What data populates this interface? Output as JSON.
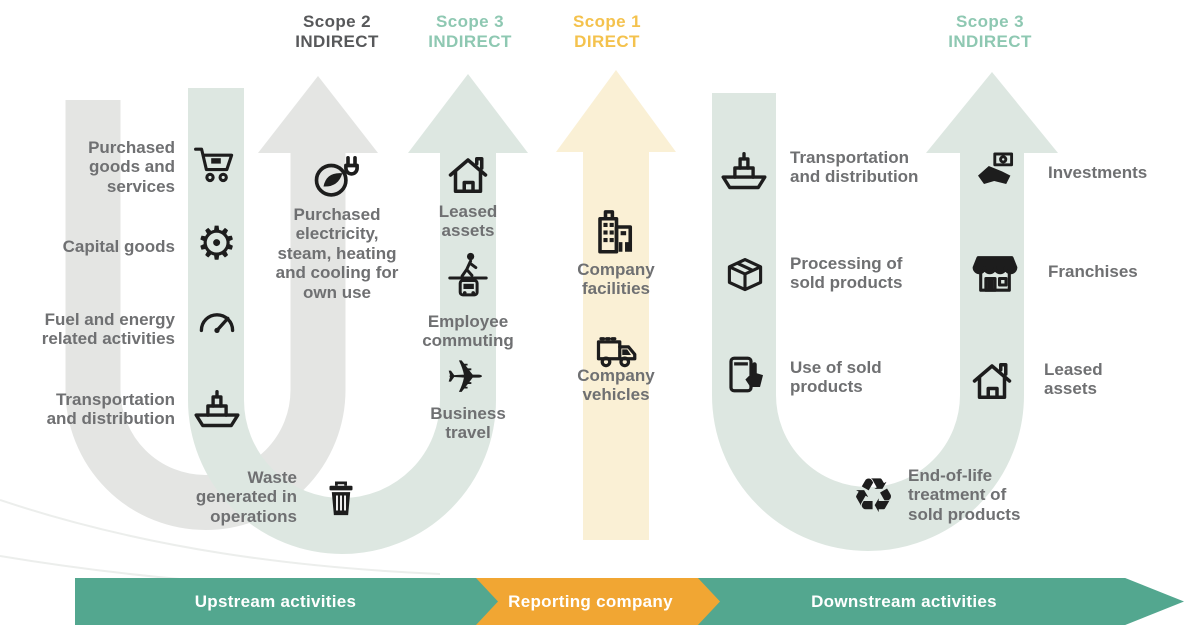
{
  "scopes": [
    {
      "label": "Scope 2\nINDIRECT",
      "color": "#57585a"
    },
    {
      "label": "Scope 3\nINDIRECT",
      "color": "#8ec8b2"
    },
    {
      "label": "Scope 1\nDIRECT",
      "color": "#f4c24d"
    },
    {
      "label": "Scope 3\nINDIRECT",
      "color": "#8ec8b2"
    }
  ],
  "items": {
    "purchased_goods": {
      "label": "Purchased\ngoods and\nservices",
      "icon": "shopping-cart"
    },
    "capital_goods": {
      "label": "Capital goods",
      "icon": "gear"
    },
    "fuel_energy": {
      "label": "Fuel and energy\nrelated activities",
      "icon": "gauge"
    },
    "transportation_upstream": {
      "label": "Transportation\nand distribution",
      "icon": "cargo-ship"
    },
    "purchased_electricity": {
      "label": "Purchased\nelectricity,\nsteam, heating\nand cooling for\nown use",
      "icon": "green-energy"
    },
    "waste": {
      "label": "Waste\ngenerated in\noperations",
      "icon": "trash-can"
    },
    "leased_assets_upstream": {
      "label": "Leased\nassets",
      "icon": "house"
    },
    "employee_commuting": {
      "label": "Employee\ncommuting",
      "icon": "commuter"
    },
    "business_travel": {
      "label": "Business\ntravel",
      "icon": "airplane"
    },
    "company_facilities": {
      "label": "Company\nfacilities",
      "icon": "buildings"
    },
    "company_vehicles": {
      "label": "Company\nvehicles",
      "icon": "delivery-truck"
    },
    "transportation_downstream": {
      "label": "Transportation\nand distribution",
      "icon": "cargo-ship"
    },
    "processing_sold": {
      "label": "Processing of\nsold products",
      "icon": "package-box"
    },
    "use_of_sold": {
      "label": "Use of sold\nproducts",
      "icon": "phone-tap"
    },
    "end_of_life": {
      "label": "End-of-life\ntreatment of\nsold products",
      "icon": "recycle"
    },
    "investments": {
      "label": "Investments",
      "icon": "hand-money"
    },
    "franchises": {
      "label": "Franchises",
      "icon": "storefront"
    },
    "leased_assets_downstream": {
      "label": "Leased\nassets",
      "icon": "house"
    }
  },
  "glyphs": {
    "gear": "⚙",
    "airplane": "✈",
    "recycle": "♻"
  },
  "banner": {
    "upstream": "Upstream activities",
    "reporting": "Reporting company",
    "downstream": "Downstream activities"
  },
  "colors": {
    "scope2_arrow": "#e4e5e3",
    "scope3_arrow": "#dde7e1",
    "scope1_arrow": "#faf0d5",
    "banner_teal": "#53a78f",
    "banner_orange": "#f1a633",
    "text_gray": "#6f7072",
    "icon_black": "#1d1d1d"
  }
}
